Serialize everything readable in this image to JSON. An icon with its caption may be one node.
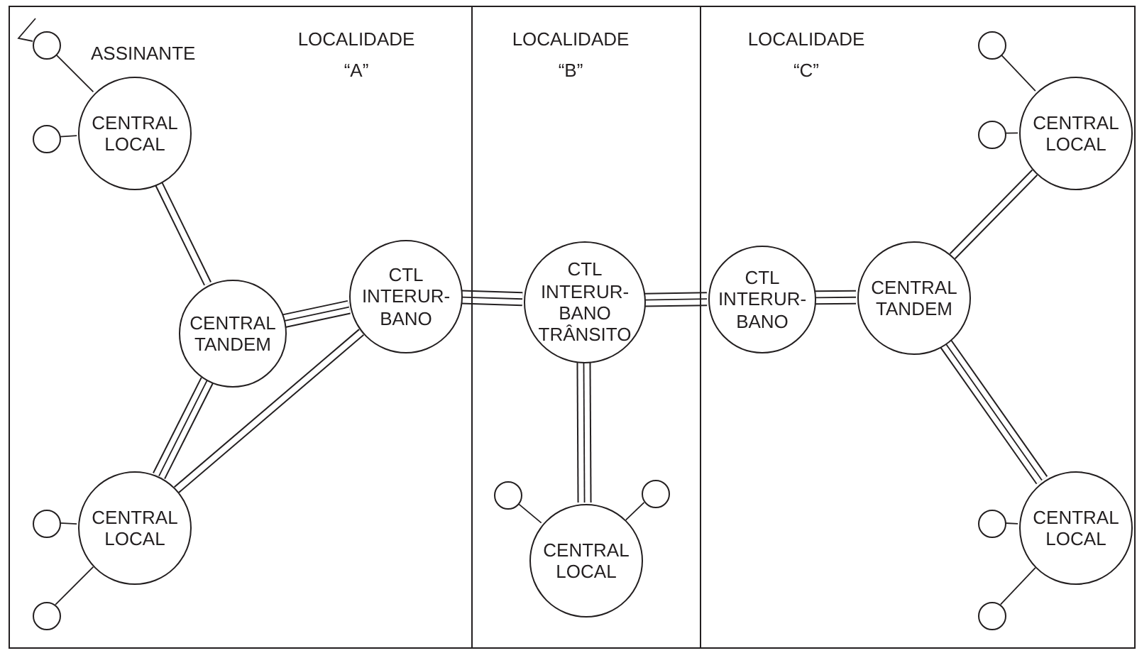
{
  "diagram": {
    "nodes": [
      {
        "text": [
          "LOCALIDADE “A”"
        ]
      },
      {
        "text": [
          "LOCALIDADE “B”"
        ]
      },
      {
        "text": [
          "LOCALIDADE “C”"
        ]
      },
      {
        "text": [],
        "shape": "circle",
        "in": 0
      },
      {
        "text": [
          "CENTRAL LOCAL"
        ],
        "in": 0
      },
      {
        "text": [],
        "shape": "circle",
        "in": 0
      },
      {
        "text": [
          "CENTRAL TANDEM"
        ],
        "in": 0
      },
      {
        "text": [
          "CTL INTERUR- BANO"
        ],
        "in": 0
      },
      {
        "text": [
          "CENTRAL LOCAL"
        ],
        "in": 0
      },
      {
        "text": [],
        "shape": "circle",
        "in": 0
      },
      {
        "text": [],
        "shape": "circle",
        "in": 0
      },
      {
        "text": [
          "CTL INTERUR- BANO TRÂNSITO"
        ],
        "in": 1
      },
      {
        "text": [],
        "shape": "circle",
        "in": 1
      },
      {
        "text": [],
        "shape": "circle",
        "in": 1
      },
      {
        "text": [
          "CENTRAL LOCAL"
        ],
        "in": 1
      },
      {
        "text": [
          "CTL INTERUR- BANO"
        ],
        "in": 2
      },
      {
        "text": [],
        "shape": "circle",
        "in": 2
      },
      {
        "text": [
          "CENTRAL LOCAL"
        ],
        "in": 2
      },
      {
        "text": [],
        "shape": "circle",
        "in": 2
      },
      {
        "text": [
          "CENTRAL TANDEM"
        ],
        "in": 2
      },
      {
        "text": [],
        "shape": "circle",
        "in": 2
      },
      {
        "text": [
          "CENTRAL LOCAL"
        ],
        "in": 2
      },
      {
        "text": [],
        "shape": "circle",
        "in": 2
      }
    ],
    "edges": [
      {
        "from": 3,
        "to": 4,
        "arrow": "none"
      },
      {
        "from": 5,
        "to": 4,
        "arrow": "none"
      },
      {
        "from": 4,
        "to": 6,
        "arrow": "none",
        "style": "thick"
      },
      {
        "from": 6,
        "to": 7,
        "arrow": "none",
        "style": "thick"
      },
      {
        "from": 6,
        "to": 8,
        "arrow": "none",
        "style": "thick"
      },
      {
        "from": 8,
        "to": 7,
        "arrow": "none",
        "style": "thick"
      },
      {
        "from": 9,
        "to": 8,
        "arrow": "none"
      },
      {
        "from": 10,
        "to": 8,
        "arrow": "none"
      },
      {
        "from": 7,
        "to": 11,
        "arrow": "none",
        "style": "thick"
      },
      {
        "from": 11,
        "to": 14,
        "arrow": "none",
        "style": "thick"
      },
      {
        "from": 12,
        "to": 14,
        "arrow": "none"
      },
      {
        "from": 13,
        "to": 14,
        "arrow": "none"
      },
      {
        "from": 11,
        "to": 15,
        "arrow": "none",
        "style": "thick"
      },
      {
        "from": 15,
        "to": 19,
        "arrow": "none",
        "style": "thick"
      },
      {
        "from": 16,
        "to": 17,
        "arrow": "none"
      },
      {
        "from": 18,
        "to": 17,
        "arrow": "none"
      },
      {
        "from": 19,
        "to": 17,
        "arrow": "none",
        "style": "thick"
      },
      {
        "from": 19,
        "to": 21,
        "arrow": "none",
        "style": "thick"
      },
      {
        "from": 20,
        "to": 21,
        "arrow": "none"
      },
      {
        "from": 22,
        "to": 21,
        "arrow": "none"
      }
    ],
    "labels": [
      "ASSINANTE"
    ]
  }
}
